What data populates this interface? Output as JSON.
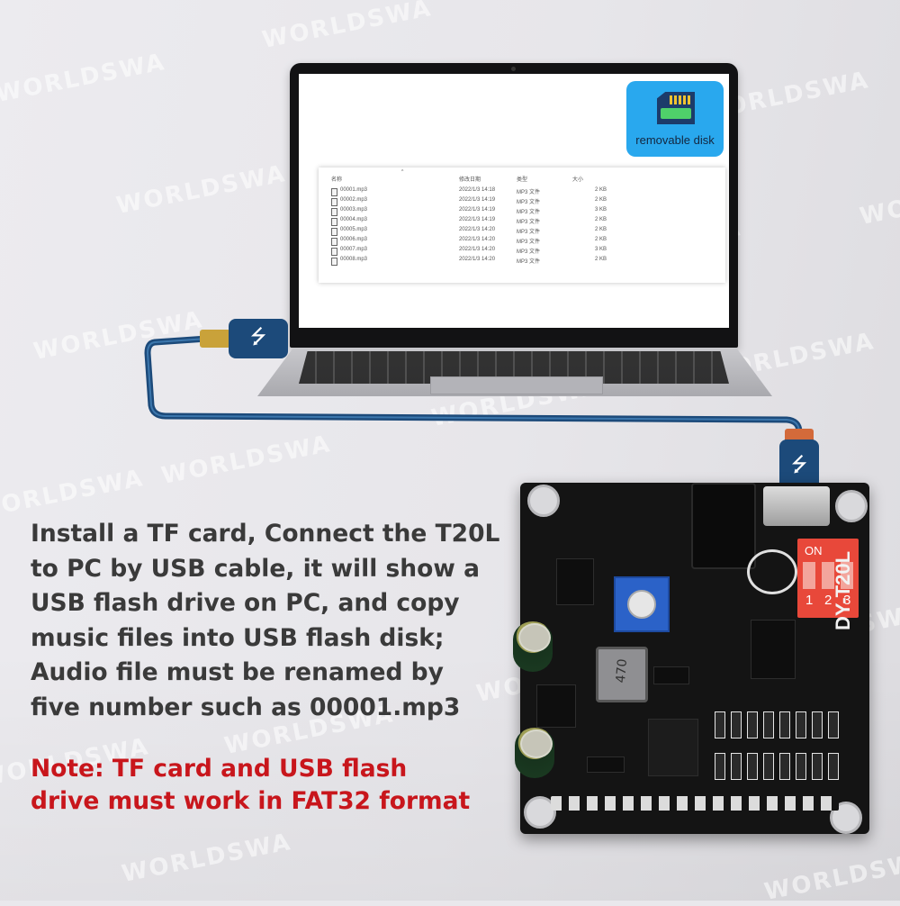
{
  "watermark": "WORLDSWA",
  "desktop": {
    "disk_icon_name": "sd-card-icon",
    "disk_label": "removable disk"
  },
  "explorer": {
    "columns": [
      "名称",
      "修改日期",
      "类型",
      "大小"
    ],
    "files": [
      {
        "name": "00001.mp3",
        "date": "2022/1/3 14:18",
        "type": "MP3 文件",
        "size": "2 KB"
      },
      {
        "name": "00002.mp3",
        "date": "2022/1/3 14:19",
        "type": "MP3 文件",
        "size": "2 KB"
      },
      {
        "name": "00003.mp3",
        "date": "2022/1/3 14:19",
        "type": "MP3 文件",
        "size": "3 KB"
      },
      {
        "name": "00004.mp3",
        "date": "2022/1/3 14:19",
        "type": "MP3 文件",
        "size": "2 KB"
      },
      {
        "name": "00005.mp3",
        "date": "2022/1/3 14:20",
        "type": "MP3 文件",
        "size": "2 KB"
      },
      {
        "name": "00006.mp3",
        "date": "2022/1/3 14:20",
        "type": "MP3 文件",
        "size": "2 KB"
      },
      {
        "name": "00007.mp3",
        "date": "2022/1/3 14:20",
        "type": "MP3 文件",
        "size": "3 KB"
      },
      {
        "name": "00008.mp3",
        "date": "2022/1/3 14:20",
        "type": "MP3 文件",
        "size": "2 KB"
      }
    ]
  },
  "board": {
    "model": "DY-T20L",
    "dip_on": "ON",
    "dip_numbers": [
      "1",
      "2",
      "3"
    ],
    "inductor_marking": "470"
  },
  "text": {
    "description_lines": [
      "Install a TF card, Connect the T20L",
      "to PC by USB cable, it will show a",
      "USB flash drive on PC, and copy",
      "music files into USB flash disk;",
      "Audio file must be renamed by",
      "five number such as 00001.mp3"
    ],
    "note_lines": [
      "Note: TF card and USB flash",
      "drive must work in FAT32 format"
    ]
  },
  "colors": {
    "description": "#3a3a3a",
    "note": "#c8161c",
    "cable": "#1c4a7a",
    "disk_tile": "#29a8ee",
    "dip_switch": "#e8483a",
    "board": "#141414"
  }
}
